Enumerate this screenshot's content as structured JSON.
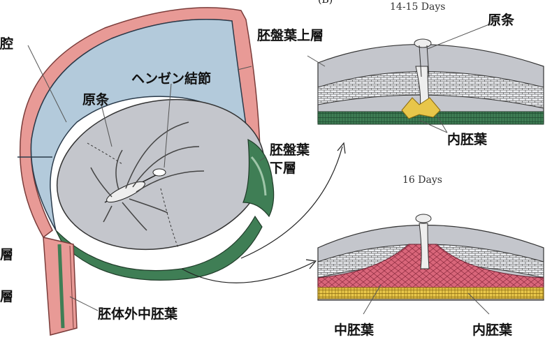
{
  "panel_marker": "(B)",
  "left": {
    "left_edge_labels": [
      "腔",
      "層",
      "層"
    ],
    "primitive_streak": "原条",
    "hensen_node": "ヘンゼン結節",
    "epiblast": "胚盤葉上層",
    "hypoblast": [
      "胚盤葉",
      "下層"
    ],
    "extraembryonic_mesoderm": "胚体外中胚葉"
  },
  "top_section": {
    "days": "14-15 Days",
    "primitive_streak": "原条",
    "endoderm": "内胚葉"
  },
  "bottom_section": {
    "days": "16 Days",
    "mesoderm": "中胚葉",
    "endoderm": "内胚葉"
  },
  "colors": {
    "amnion_pink": "#e89a96",
    "cavity_blue": "#b3cadb",
    "disc_gray": "#c4c6cc",
    "hypoblast_green": "#3f7e55",
    "mesoderm_red": "#d9667a",
    "endoderm_yellow": "#e8c64a"
  }
}
